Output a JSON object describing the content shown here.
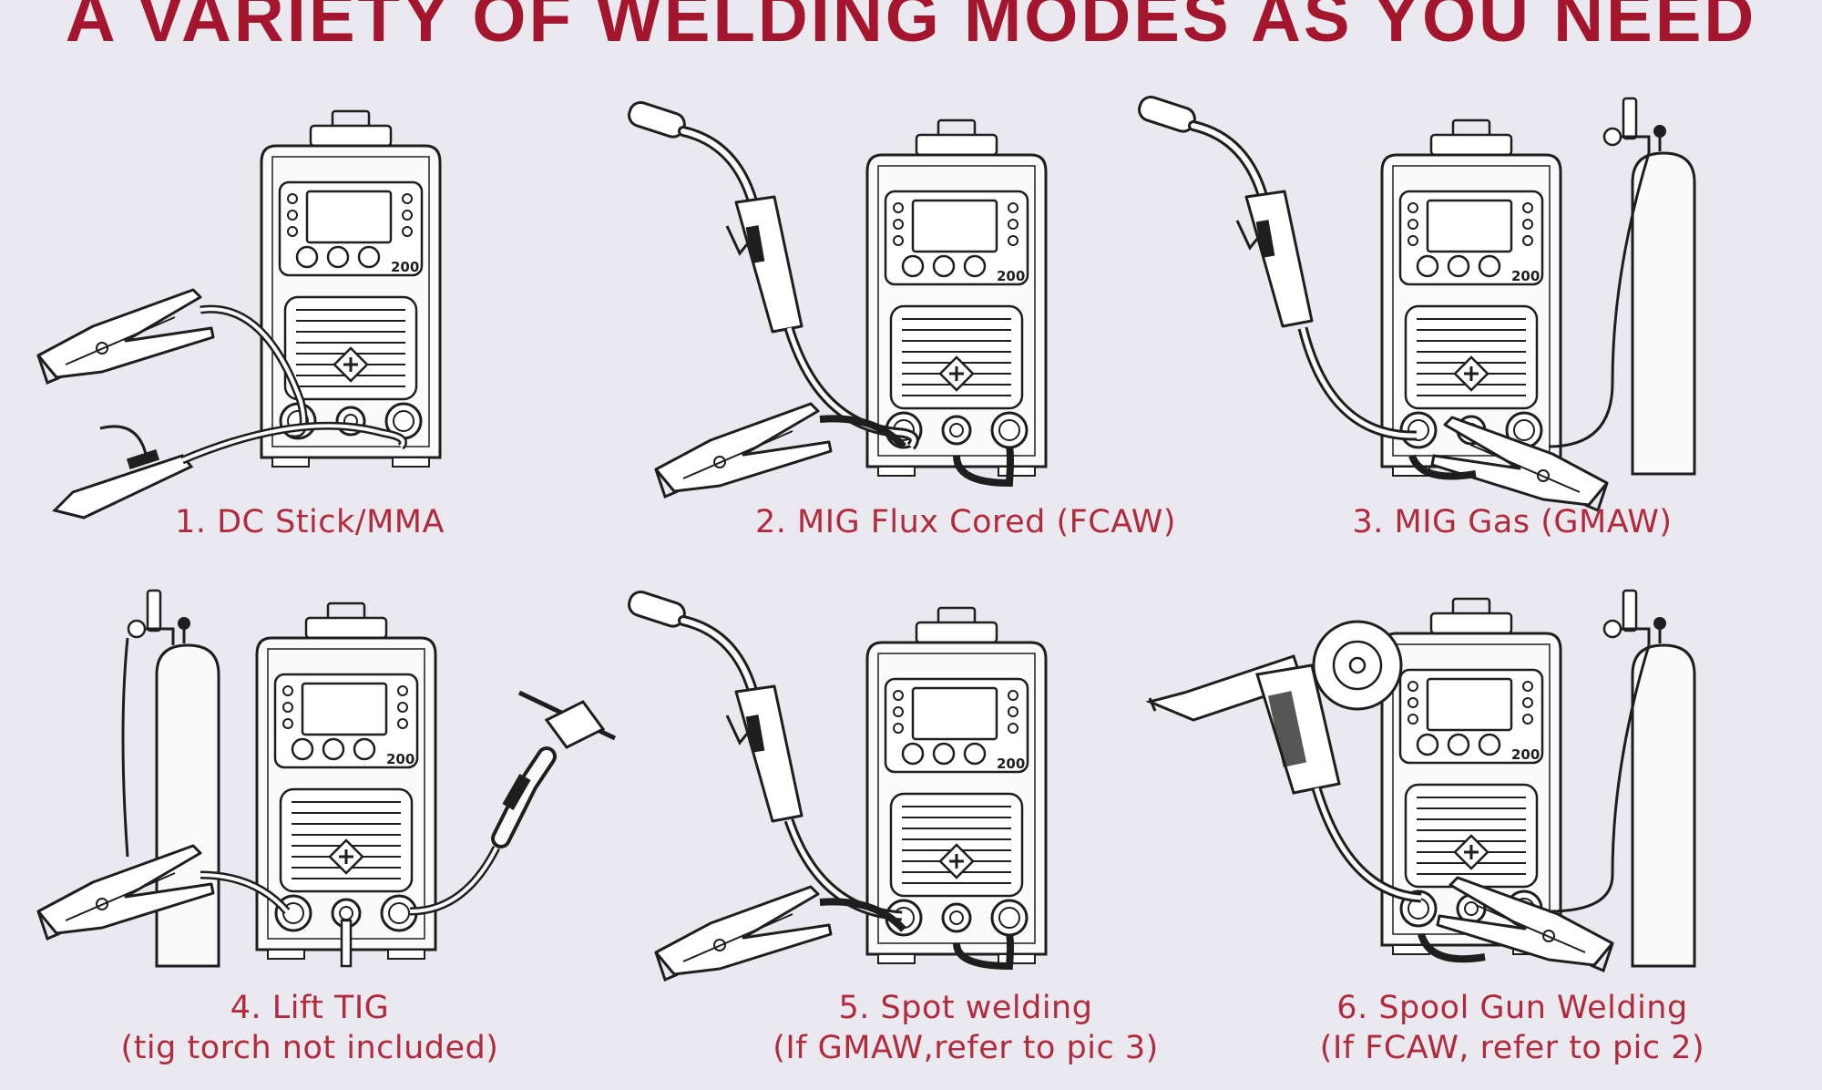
{
  "title": "A VARIETY OF WELDING MODES AS YOU NEED",
  "machine": {
    "model": "200"
  },
  "panels": [
    {
      "label": "1. DC Stick/MMA"
    },
    {
      "label": "2. MIG Flux Cored (FCAW)"
    },
    {
      "label": "3. MIG Gas (GMAW)"
    },
    {
      "label": "4. Lift TIG",
      "note": "(tig torch not included)"
    },
    {
      "label": "5. Spot welding",
      "note": "(If GMAW,refer to pic 3)"
    },
    {
      "label": "6. Spool Gun Welding",
      "note": "(If FCAW, refer to pic 2)"
    }
  ],
  "colors": {
    "accent": "#a3162e",
    "caption": "#b12a3e",
    "line": "#1e1e1e",
    "background": "#e9e9ef"
  }
}
